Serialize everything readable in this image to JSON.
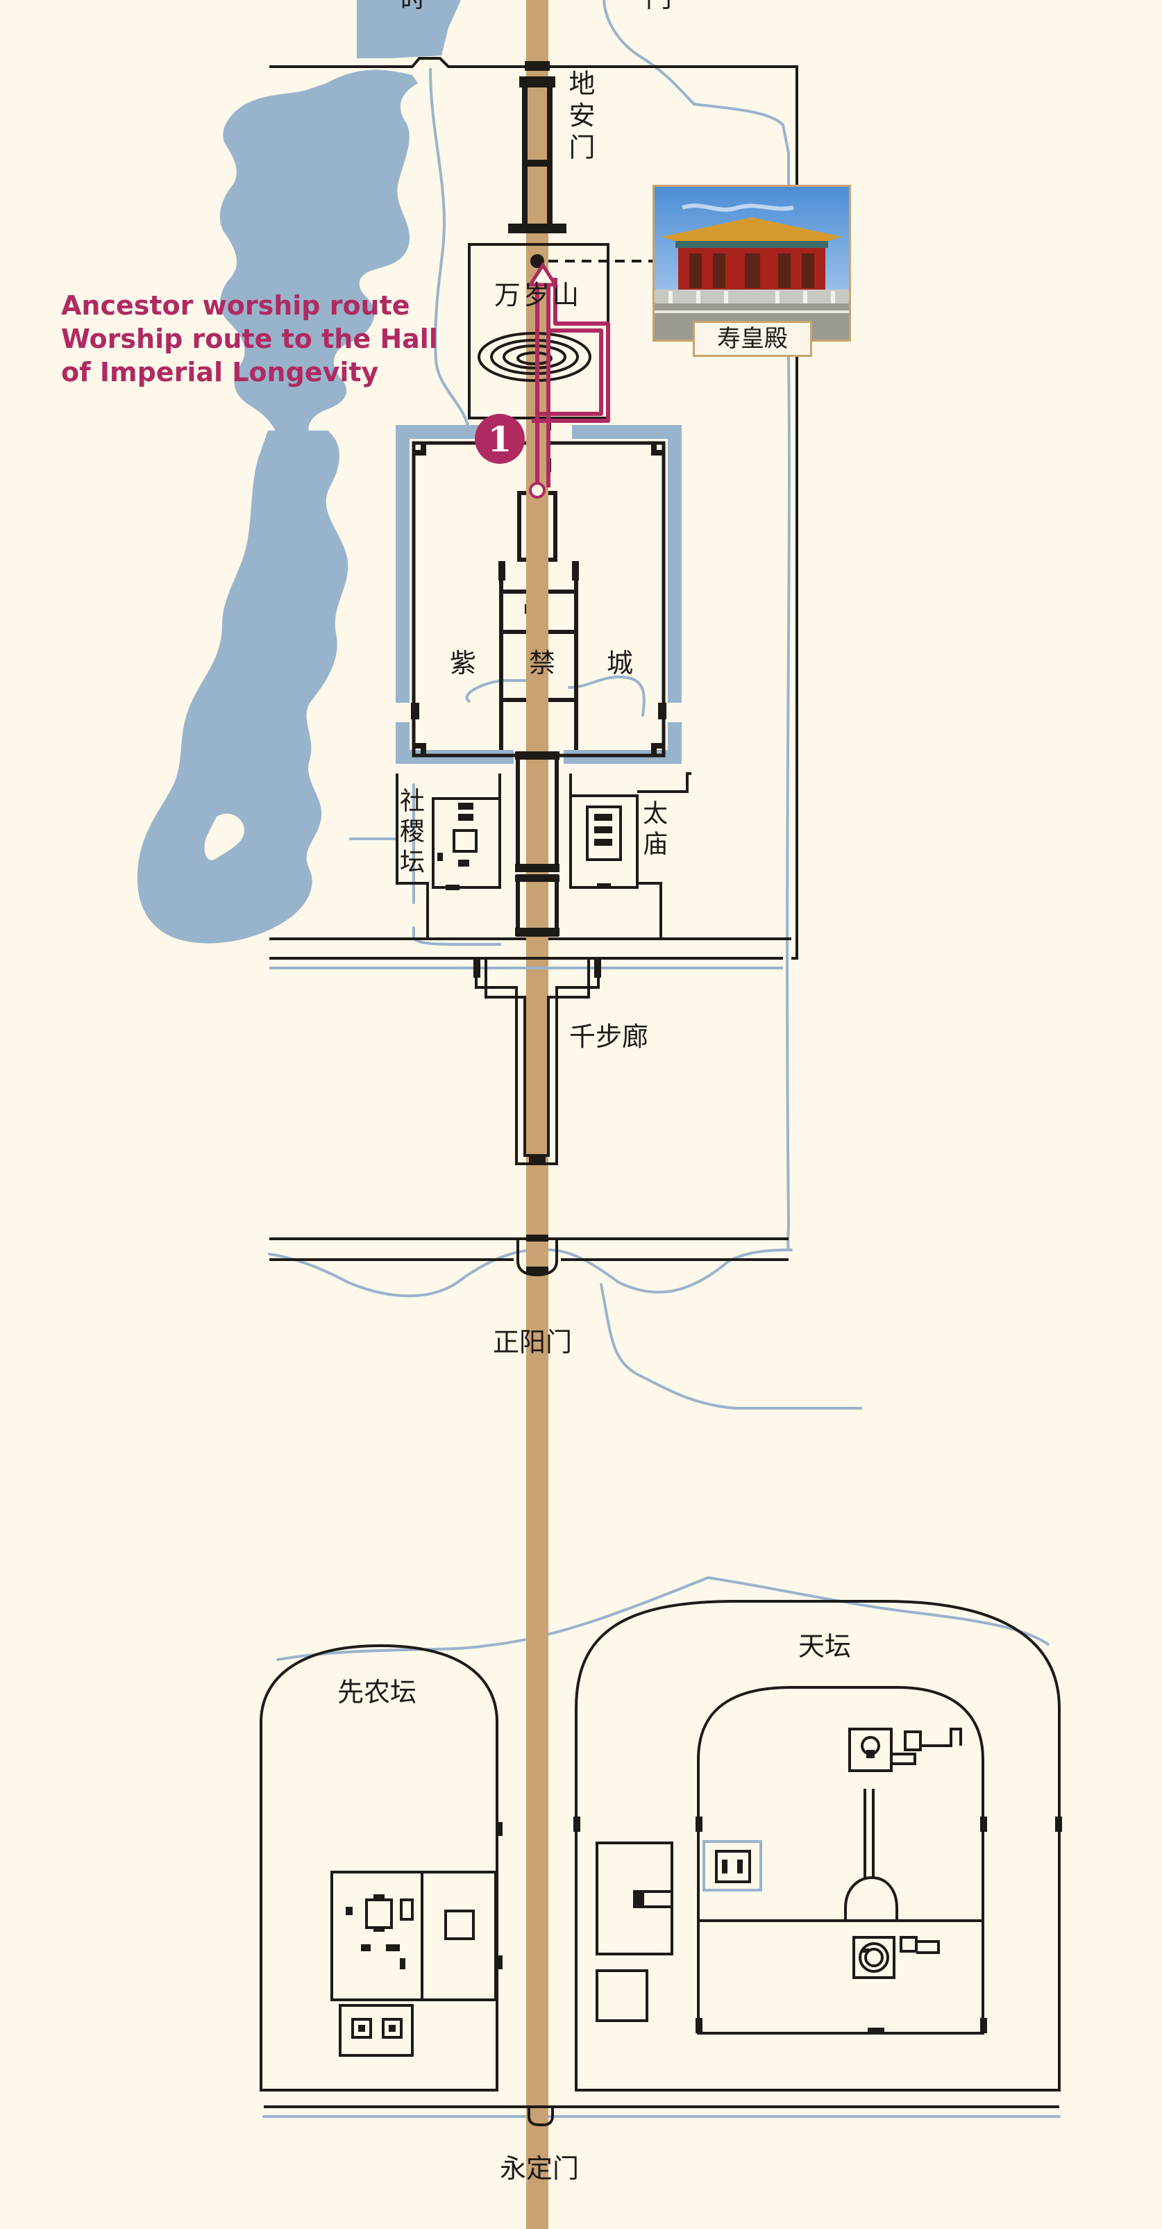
{
  "labels": {
    "dianmen": "地安门",
    "wansuishan": "万岁山",
    "zi": "紫",
    "jin": "禁",
    "cheng": "城",
    "shejitan": "社稷坛",
    "taimiao": "太庙",
    "qianbulang": "千步廊",
    "zhengyangmen": "正阳门",
    "xiannongtan": "先农坛",
    "tiantan": "天坛",
    "yongdingmen": "永定门",
    "top_left_cut": "莳",
    "top_right_cut": "门"
  },
  "route": {
    "line1": "Ancestor worship route",
    "line2": "Worship route to the Hall",
    "line3": "of Imperial Longevity",
    "marker_number": "1",
    "color": "#b02a62"
  },
  "photo": {
    "caption": "寿皇殿"
  },
  "colors": {
    "background": "#fdf8ea",
    "water": "#98b4cc",
    "axis": "#c9a273",
    "line": "#1e1a16",
    "route": "#b02a62"
  }
}
